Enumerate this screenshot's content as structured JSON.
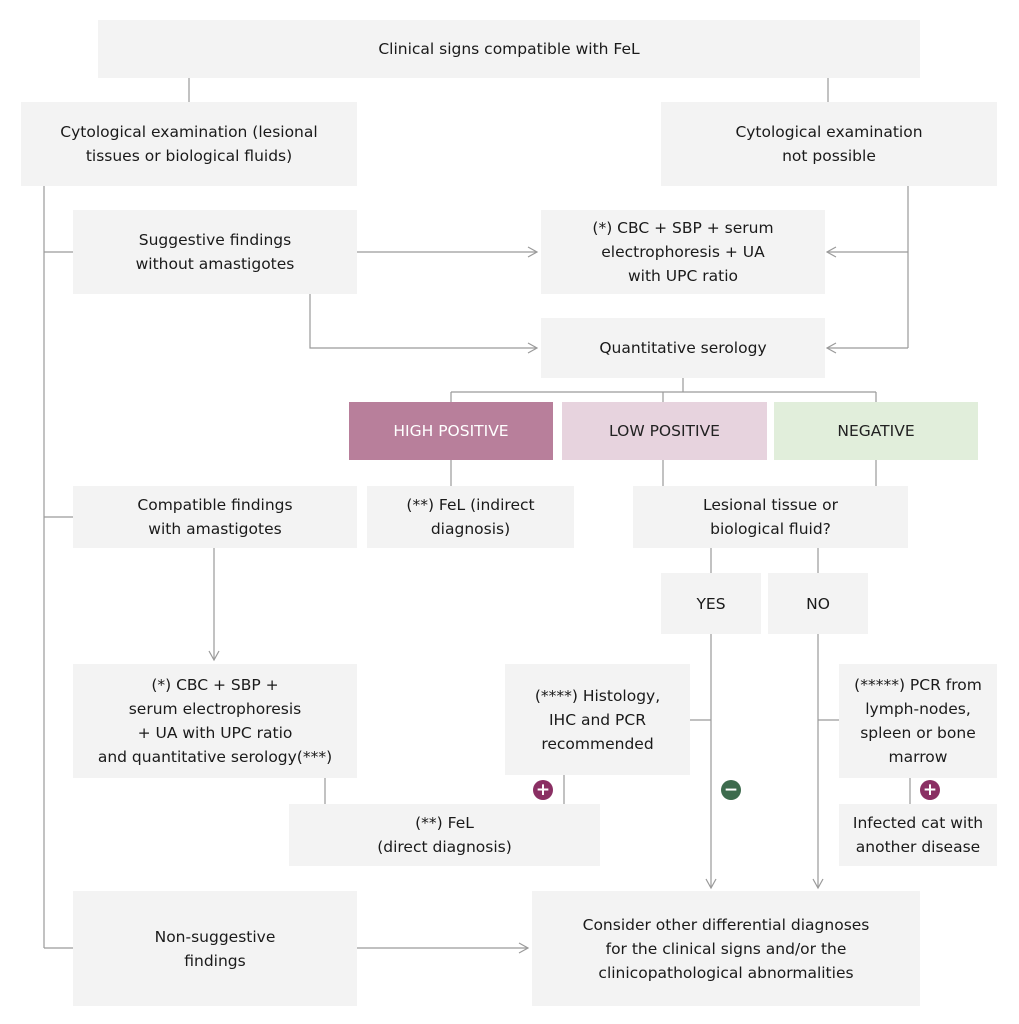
{
  "nodes": {
    "clinical_signs": "Clinical signs compatible with FeL",
    "cyto_exam": "Cytological examination (lesional\ntissues or biological fluids)",
    "cyto_not_possible": "Cytological examination\nnot possible",
    "suggestive": "Suggestive findings\nwithout amastigotes",
    "cbc_top": "(*) CBC + SBP + serum\nelectrophoresis + UA\nwith UPC ratio",
    "quant_serology": "Quantitative serology",
    "high_positive": "HIGH POSITIVE",
    "low_positive": "LOW POSITIVE",
    "negative": "NEGATIVE",
    "compatible": "Compatible findings\nwith amastigotes",
    "fel_indirect": "(**) FeL (indirect\ndiagnosis)",
    "lesional_q": "Lesional tissue or\nbiological fluid?",
    "yes": "YES",
    "no": "NO",
    "cbc_bottom": "(*) CBC + SBP +\nserum electrophoresis\n+ UA with UPC ratio\nand quantitative serology(***)",
    "histology": "(****) Histology,\nIHC and PCR\nrecommended",
    "pcr": "(*****) PCR from\nlymph-nodes,\nspleen or bone\nmarrow",
    "fel_direct": "(**) FeL\n(direct diagnosis)",
    "infected_cat": "Infected cat with\nanother disease",
    "non_suggestive": "Non-suggestive\nfindings",
    "consider_other": "Consider other differential diagnoses\nfor the clinical signs and/or the\nclinicopathological abnormalities"
  },
  "badges": {
    "plus": "+",
    "minus": "−"
  },
  "colors": {
    "high_positive": "#b87f9b",
    "low_positive": "#e7d3de",
    "negative": "#e1eedb",
    "box": "#f3f3f3",
    "plus_badge": "#8a2f63",
    "minus_badge": "#3d6b4d"
  }
}
